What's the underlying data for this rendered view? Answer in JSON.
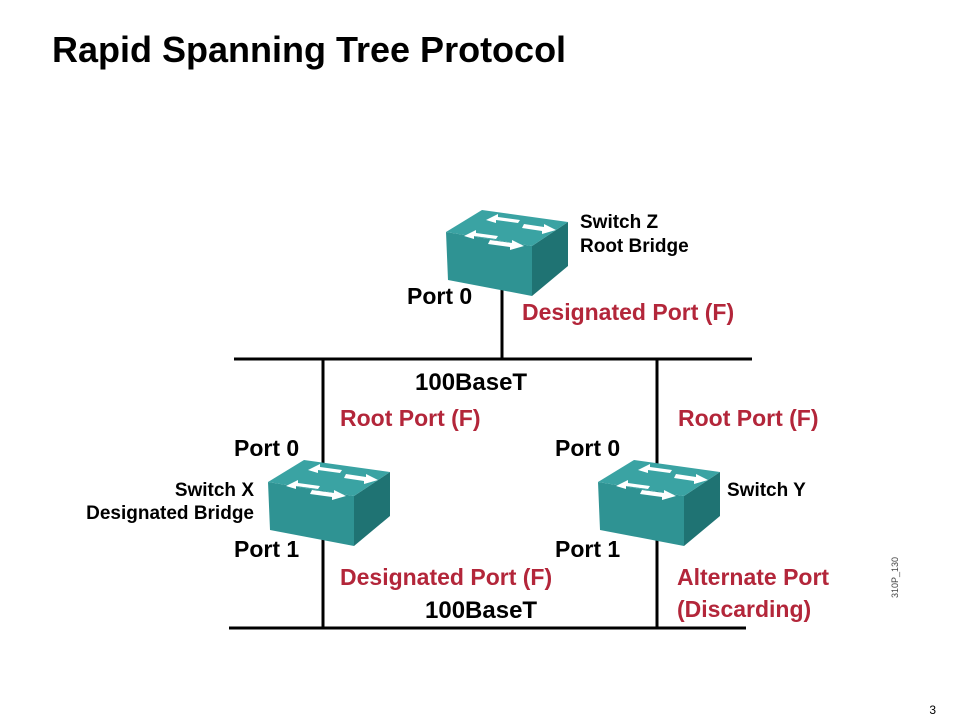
{
  "title": "Rapid Spanning Tree Protocol",
  "page_number": "3",
  "figure_code": "310P_130",
  "colors": {
    "switch": "#2f9b9b",
    "role_text": "#b3263a"
  },
  "switches": {
    "z": {
      "name": "Switch Z",
      "role": "Root Bridge",
      "port": "Port 0",
      "port_role": "Designated Port (F)"
    },
    "x": {
      "name": "Switch X",
      "role": "Designated Bridge",
      "port0": "Port 0",
      "port0_role": "Root Port (F)",
      "port1": "Port 1",
      "port1_role": "Designated Port (F)"
    },
    "y": {
      "name": "Switch Y",
      "port0": "Port 0",
      "port0_role": "Root Port (F)",
      "port1": "Port 1",
      "port1_role_line1": "Alternate Port",
      "port1_role_line2": "(Discarding)"
    }
  },
  "segments": {
    "top": "100BaseT",
    "bottom": "100BaseT"
  }
}
